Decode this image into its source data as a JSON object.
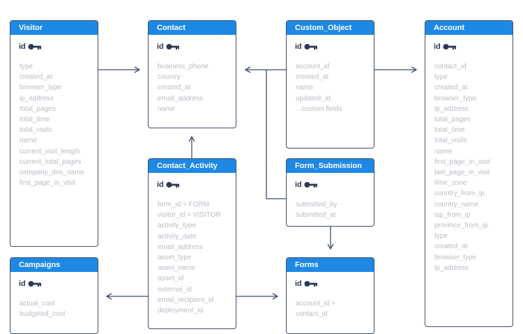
{
  "tables": {
    "visitor": {
      "title": "Visitor",
      "id_label": "id",
      "fields": [
        "type",
        "created_at",
        "browser_type",
        "ip_address",
        "total_pages",
        "total_time",
        "total_visits",
        "name",
        "current_visit_length",
        "current_total_pages",
        "company_dns_name",
        "first_page_in_visit"
      ]
    },
    "contact": {
      "title": "Contact",
      "id_label": "id",
      "fields": [
        "business_phone",
        "country",
        "created_at",
        "email_address",
        "name"
      ]
    },
    "custom_object": {
      "title": "Custom_Object",
      "id_label": "id",
      "fields": [
        "account_id",
        "created_at",
        "name",
        "updated_at",
        "...custom fields"
      ]
    },
    "account": {
      "title": "Account",
      "id_label": "id",
      "fields": [
        "contact_id",
        "type",
        "created_at",
        "browser_type",
        "ip_address",
        "total_pages",
        "total_time",
        "total_visits",
        "name",
        "first_page_in_visit",
        "last_page_in_visit",
        "time_zone",
        "country_from_ip",
        "country_name",
        "isp_from_ip",
        "province_from_ip",
        "type",
        "created_at",
        "browser_type",
        "ip_address"
      ]
    },
    "contact_activity": {
      "title": "Contact_Activity",
      "id_label": "id",
      "fields": [
        "form_id = FORM",
        "visitor_id = VISITOR",
        "activity_type",
        "activity_date",
        "email_address",
        "asset_type",
        "asset_name",
        "asset_id",
        "external_id",
        "email_recipient_id",
        "deployment_id"
      ]
    },
    "form_submission": {
      "title": "Form_Submission",
      "id_label": "id",
      "fields": [
        "submitted_by",
        "submitted_at"
      ]
    },
    "campaigns": {
      "title": "Campaigns",
      "id_label": "id",
      "fields": [
        "actual_cost",
        "budgeted_cost"
      ]
    },
    "forms": {
      "title": "Forms",
      "id_label": "id",
      "fields": [
        "account_id =",
        "contact_id"
      ]
    }
  },
  "colors": {
    "header": "#1e88e5",
    "border": "#3e4d68",
    "field_text": "#b8bcc6",
    "arrow": "#3e4d68"
  },
  "icons": {
    "primary_key": "key-icon"
  }
}
